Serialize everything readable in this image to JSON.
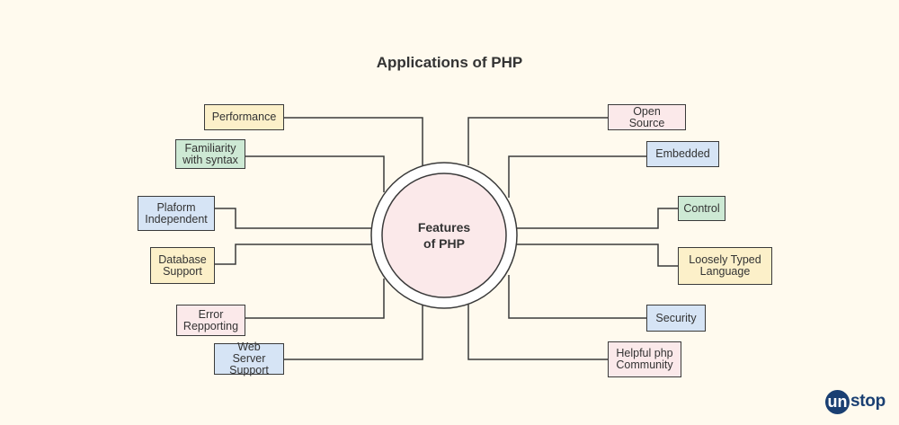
{
  "title": "Applications of PHP",
  "center": {
    "label": "Features\nof PHP"
  },
  "left_features": [
    {
      "label": "Performance",
      "color": "#fcf0c9"
    },
    {
      "label": "Familiarity\nwith syntax",
      "color": "#cde9d4"
    },
    {
      "label": "Plaform\nIndependent",
      "color": "#d6e4f5"
    },
    {
      "label": "Database\nSupport",
      "color": "#fcf0c9"
    },
    {
      "label": "Error\nRepporting",
      "color": "#fbe9ea"
    },
    {
      "label": "Web Server\nSupport",
      "color": "#d6e4f5"
    }
  ],
  "right_features": [
    {
      "label": "Open Source",
      "color": "#fbe9ea"
    },
    {
      "label": "Embedded",
      "color": "#d6e4f5"
    },
    {
      "label": "Control",
      "color": "#cde9d4"
    },
    {
      "label": "Loosely Typed\nLanguage",
      "color": "#fcf0c9"
    },
    {
      "label": "Security",
      "color": "#d6e4f5"
    },
    {
      "label": "Helpful php\nCommunity",
      "color": "#fbe9ea"
    }
  ],
  "brand": {
    "logo_mark": "un",
    "logo_text": "stop"
  }
}
